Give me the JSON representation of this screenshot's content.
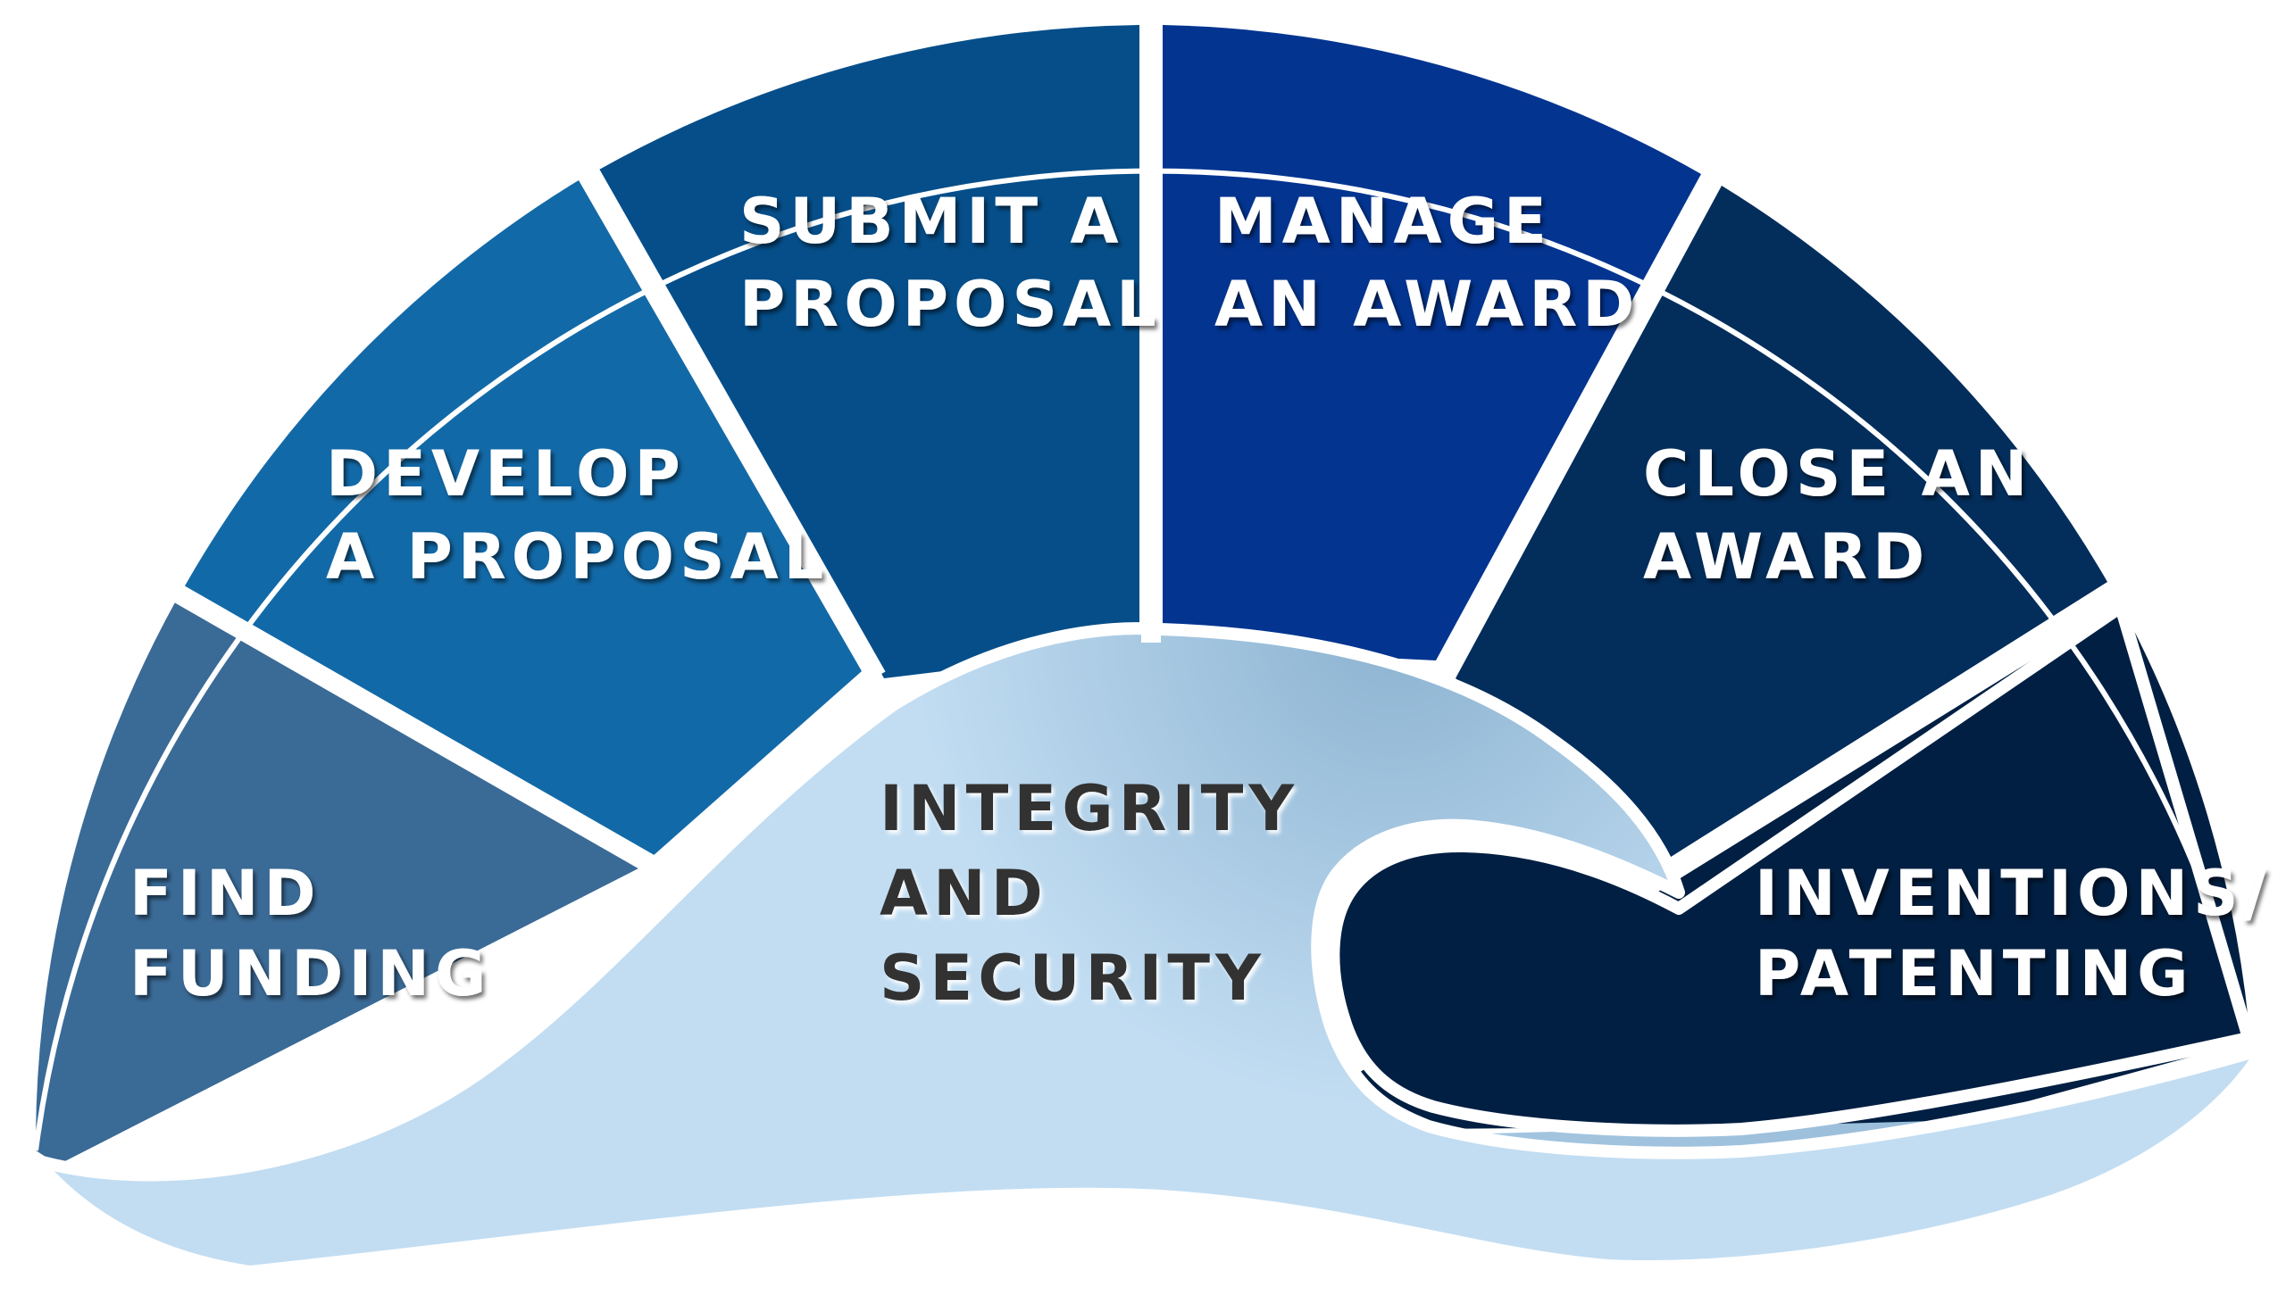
{
  "diagram": {
    "segments": [
      {
        "id": "find-funding",
        "lines": [
          "FIND",
          "FUNDING"
        ],
        "color": "#3a6a96"
      },
      {
        "id": "develop-proposal",
        "lines": [
          "DEVELOP",
          "A PROPOSAL"
        ],
        "color": "#1269a7"
      },
      {
        "id": "submit-proposal",
        "lines": [
          "SUBMIT A",
          "PROPOSAL"
        ],
        "color": "#054e89"
      },
      {
        "id": "manage-award",
        "lines": [
          "MANAGE",
          "AN AWARD"
        ],
        "color": "#023490"
      },
      {
        "id": "close-award",
        "lines": [
          "CLOSE AN",
          "AWARD"
        ],
        "color": "#032d5b"
      },
      {
        "id": "inventions-patenting",
        "lines": [
          "INVENTIONS/",
          "PATENTING"
        ],
        "color": "#011f42"
      }
    ],
    "center": {
      "id": "integrity-security",
      "lines": [
        "INTEGRITY",
        "AND",
        "SECURITY"
      ],
      "color_light": "#c2ddf2",
      "color_dark": "#8cb3d1"
    },
    "separator_color": "#ffffff"
  }
}
